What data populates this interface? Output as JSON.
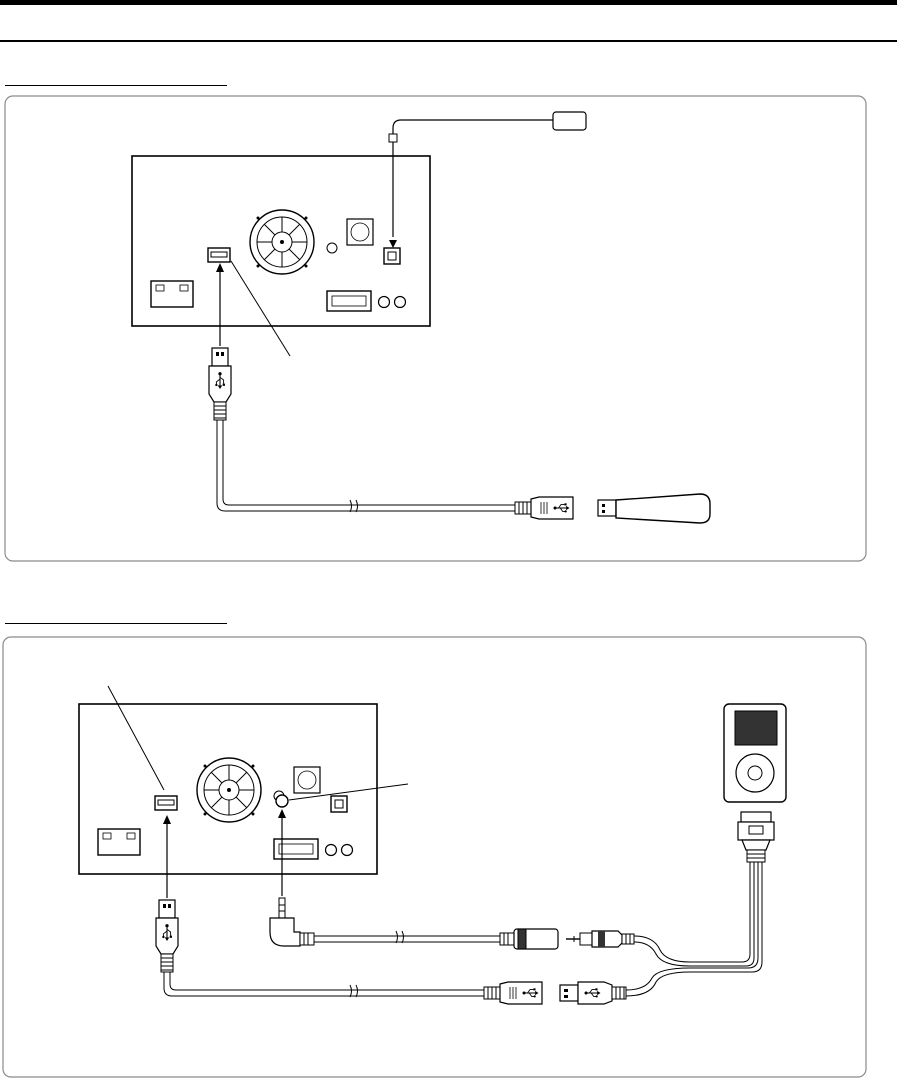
{
  "page": {
    "sections": [
      {
        "id": "usb-memory",
        "title": ""
      },
      {
        "id": "ipod",
        "title": ""
      }
    ]
  },
  "diagram_1": {
    "components": [
      "head-unit-rear-panel",
      "gps-antenna",
      "usb-cable",
      "usb-memory-stick"
    ],
    "callouts": [],
    "usb_symbol": "usb-trident-icon"
  },
  "diagram_2": {
    "components": [
      "head-unit-rear-panel",
      "usb-cable",
      "mini-jack-av-cable",
      "ipod-connection-cable",
      "ipod"
    ],
    "callouts": [],
    "usb_symbol": "usb-trident-icon"
  },
  "colors": {
    "line": "#000000",
    "panel_border": "#8a8a8a",
    "ipod_screen": "#333333"
  }
}
